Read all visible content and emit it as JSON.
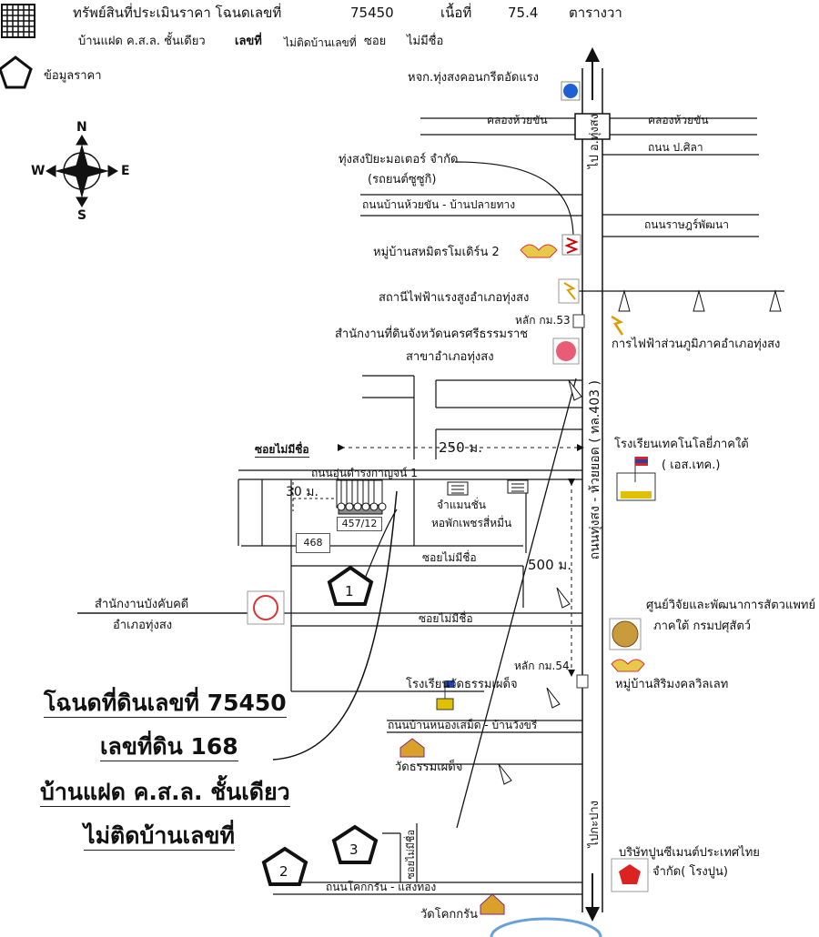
{
  "header": {
    "title": "ทรัพย์สินที่ประเมินราคา โฉนดเลขที่",
    "deed_no": "75450",
    "area_label": "เนื้อที่",
    "area_value": "75.4",
    "area_unit": "ตารางวา",
    "type": "บ้านแฝด ค.ส.ล. ชั้นเดียว",
    "house_no_label": "เลขที่",
    "house_no_value": "ไม่ติดบ้านเลขที่",
    "soi_label": "ซอย",
    "soi_value": "ไม่มีชื่อ"
  },
  "legend": {
    "comparable_label": "ข้อมูลราคา"
  },
  "compass": {
    "n": "N",
    "s": "S",
    "e": "E",
    "w": "W"
  },
  "map": {
    "main_road": "ถนนทุ่งสง - ห้วยยอด ( ทล.403 )",
    "to_north": "ไป อ.ทุ่งสง",
    "to_south": "ไปกะปาง",
    "roads": {
      "canal_w": "คลองห้วยขัน",
      "canal_e": "คลองห้วยขัน",
      "p_sila": "ถนน ป.ศิลา",
      "huaykhan": "ถนนบ้านห้วยขัน - บ้านปลายทาง",
      "ratpattana": "ถนนราษฎร์พัฒนา",
      "udom": "ถนนอุ่นดำรงกาญจน์ 1",
      "soi1": "ซอยไม่มีชื่อ",
      "soi2": "ซอยไม่มีชื่อ",
      "soi3": "ซอยไม่มีชื่อ",
      "soi_top": "ซอยไม่มีชื่อ",
      "soi_vert": "ซอยไม่มีชื่อ",
      "nongsaemed": "ถนนบ้านหนองเสม็ด - บ้านวังขรี",
      "khokkrin": "ถนนโคกกรัน - แสงทอง"
    },
    "places": {
      "concrete": "หจก.ทุ่งสงคอนกรีตอัดแรง",
      "piyamotor": "ทุ่งสงปิยะมอเตอร์ จำกัด",
      "piyamotor_sub": "(รถยนต์ซูซูกิ)",
      "village_modern": "หมู่บ้านสหมิตรโมเดิร์น 2",
      "substation": "สถานีไฟฟ้าแรงสูงอำเภอทุ่งสง",
      "km53": "หลัก กม.53",
      "land_office": "สำนักงานที่ดินจังหวัดนครศรีธรรมราช",
      "land_office_sub": "สาขาอำเภอทุ่งสง",
      "pea": "การไฟฟ้าส่วนภูมิภาคอำเภอทุ่งสง",
      "tech_school": "โรงเรียนเทคโนโลยี่ภาคใต้",
      "tech_school_sub": "( เอส.เทค.)",
      "champion": "จำแมนชั่น",
      "dorm": "หอพักเพชรสี่หมื่น",
      "enforcement": "สำนักงานบังคับคดี",
      "enforcement_sub": "อำเภอทุ่งสง",
      "vet": "ศูนย์วิจัยและพัฒนาการสัตวแพทย์",
      "vet_sub": "ภาคใต้ กรมปศุสัตว์",
      "km54": "หลัก กม.54",
      "wat_school": "โรงเรียนวัดธรรมเผด็จ",
      "village_siri": "หมู่บ้านสิริมงคลวิลเลท",
      "wat": "วัดธรรมเผด็จ",
      "cement": "บริษัทปูนซีเมนต์ประเทศไทย",
      "cement_sub": "จำกัด( โรงปูน)",
      "wat_khok": "วัดโคกกรัน"
    },
    "distances": {
      "d250": "250 ม.",
      "d30": "30 ม.",
      "d500": "500 ม."
    },
    "lots": {
      "subject": "457/12",
      "neighbor": "468"
    },
    "markers": {
      "m1": "1",
      "m2": "2",
      "m3": "3"
    }
  },
  "summary": {
    "line1": "โฉนดที่ดินเลขที่ 75450",
    "line2": "เลขที่ดิน 168",
    "line3": "บ้านแฝด ค.ส.ล. ชั้นเดียว",
    "line4": "ไม่ติดบ้านเลขที่"
  }
}
